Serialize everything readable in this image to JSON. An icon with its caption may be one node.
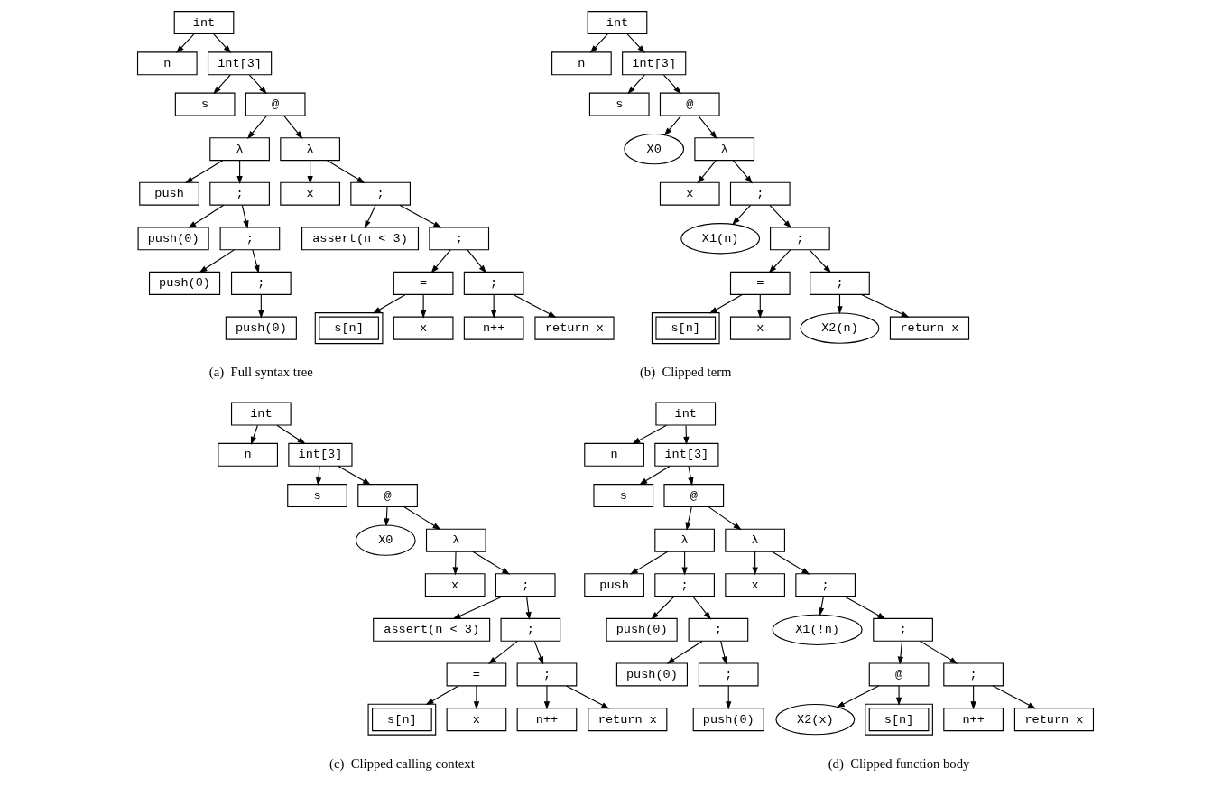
{
  "diagram": {
    "nodes": [
      {
        "text": [
          "int"
        ]
      },
      {
        "text": [
          "n"
        ]
      },
      {
        "text": [
          "int[3]"
        ]
      },
      {
        "text": [
          "s"
        ]
      },
      {
        "text": [
          "@"
        ]
      },
      {
        "text": [
          "λ"
        ]
      },
      {
        "text": [
          "λ"
        ]
      },
      {
        "text": [
          "push"
        ]
      },
      {
        "text": [
          ";"
        ]
      },
      {
        "text": [
          "x"
        ]
      },
      {
        "text": [
          ";"
        ]
      },
      {
        "text": [
          "push(0)"
        ]
      },
      {
        "text": [
          ";"
        ]
      },
      {
        "text": [
          "assert(n < 3)"
        ]
      },
      {
        "text": [
          ";"
        ]
      },
      {
        "text": [
          "push(0)"
        ]
      },
      {
        "text": [
          ";"
        ]
      },
      {
        "text": [
          "="
        ]
      },
      {
        "text": [
          ";"
        ]
      },
      {
        "text": [
          "push(0)"
        ]
      },
      {
        "text": [
          "s[n]"
        ]
      },
      {
        "text": [
          "x"
        ]
      },
      {
        "text": [
          "n++"
        ]
      },
      {
        "text": [
          "return x"
        ]
      },
      {
        "text": [
          "int"
        ]
      },
      {
        "text": [
          "n"
        ]
      },
      {
        "text": [
          "int[3]"
        ]
      },
      {
        "text": [
          "s"
        ]
      },
      {
        "text": [
          "@"
        ]
      },
      {
        "text": [
          "X0"
        ]
      },
      {
        "text": [
          "λ"
        ]
      },
      {
        "text": [
          "x"
        ]
      },
      {
        "text": [
          ";"
        ]
      },
      {
        "text": [
          "X1(n)"
        ]
      },
      {
        "text": [
          ";"
        ]
      },
      {
        "text": [
          "="
        ]
      },
      {
        "text": [
          ";"
        ]
      },
      {
        "text": [
          "s[n]"
        ]
      },
      {
        "text": [
          "x"
        ]
      },
      {
        "text": [
          "X2(n)"
        ]
      },
      {
        "text": [
          "return x"
        ]
      },
      {
        "text": [
          "int"
        ]
      },
      {
        "text": [
          "n"
        ]
      },
      {
        "text": [
          "int[3]"
        ]
      },
      {
        "text": [
          "s"
        ]
      },
      {
        "text": [
          "@"
        ]
      },
      {
        "text": [
          "X0"
        ]
      },
      {
        "text": [
          "λ"
        ]
      },
      {
        "text": [
          "x"
        ]
      },
      {
        "text": [
          ";"
        ]
      },
      {
        "text": [
          "assert(n < 3)"
        ]
      },
      {
        "text": [
          ";"
        ]
      },
      {
        "text": [
          "="
        ]
      },
      {
        "text": [
          ";"
        ]
      },
      {
        "text": [
          "s[n]"
        ]
      },
      {
        "text": [
          "x"
        ]
      },
      {
        "text": [
          "n++"
        ]
      },
      {
        "text": [
          "return x"
        ]
      },
      {
        "text": [
          "int"
        ]
      },
      {
        "text": [
          "n"
        ]
      },
      {
        "text": [
          "int[3]"
        ]
      },
      {
        "text": [
          "s"
        ]
      },
      {
        "text": [
          "@"
        ]
      },
      {
        "text": [
          "λ"
        ]
      },
      {
        "text": [
          "λ"
        ]
      },
      {
        "text": [
          "push"
        ]
      },
      {
        "text": [
          ";"
        ]
      },
      {
        "text": [
          "x"
        ]
      },
      {
        "text": [
          ";"
        ]
      },
      {
        "text": [
          "push(0)"
        ]
      },
      {
        "text": [
          ";"
        ]
      },
      {
        "text": [
          "X1(!n)"
        ]
      },
      {
        "text": [
          ";"
        ]
      },
      {
        "text": [
          "push(0)"
        ]
      },
      {
        "text": [
          ";"
        ]
      },
      {
        "text": [
          "@"
        ]
      },
      {
        "text": [
          ";"
        ]
      },
      {
        "text": [
          "push(0)"
        ]
      },
      {
        "text": [
          "X2(x)"
        ]
      },
      {
        "text": [
          "s[n]"
        ]
      },
      {
        "text": [
          "n++"
        ]
      },
      {
        "text": [
          "return x"
        ]
      }
    ],
    "edges": [
      {
        "from": 0,
        "to": 1,
        "arrow": "to"
      },
      {
        "from": 0,
        "to": 2,
        "arrow": "to"
      },
      {
        "from": 2,
        "to": 3,
        "arrow": "to"
      },
      {
        "from": 2,
        "to": 4,
        "arrow": "to"
      },
      {
        "from": 4,
        "to": 5,
        "arrow": "to"
      },
      {
        "from": 4,
        "to": 6,
        "arrow": "to"
      },
      {
        "from": 5,
        "to": 7,
        "arrow": "to"
      },
      {
        "from": 5,
        "to": 8,
        "arrow": "to"
      },
      {
        "from": 6,
        "to": 9,
        "arrow": "to"
      },
      {
        "from": 6,
        "to": 10,
        "arrow": "to"
      },
      {
        "from": 8,
        "to": 11,
        "arrow": "to"
      },
      {
        "from": 8,
        "to": 12,
        "arrow": "to"
      },
      {
        "from": 10,
        "to": 13,
        "arrow": "to"
      },
      {
        "from": 10,
        "to": 14,
        "arrow": "to"
      },
      {
        "from": 12,
        "to": 15,
        "arrow": "to"
      },
      {
        "from": 12,
        "to": 16,
        "arrow": "to"
      },
      {
        "from": 14,
        "to": 17,
        "arrow": "to"
      },
      {
        "from": 14,
        "to": 18,
        "arrow": "to"
      },
      {
        "from": 16,
        "to": 19,
        "arrow": "to"
      },
      {
        "from": 17,
        "to": 20,
        "arrow": "to"
      },
      {
        "from": 17,
        "to": 21,
        "arrow": "to"
      },
      {
        "from": 18,
        "to": 22,
        "arrow": "to"
      },
      {
        "from": 18,
        "to": 23,
        "arrow": "to"
      },
      {
        "from": 24,
        "to": 25,
        "arrow": "to"
      },
      {
        "from": 24,
        "to": 26,
        "arrow": "to"
      },
      {
        "from": 26,
        "to": 27,
        "arrow": "to"
      },
      {
        "from": 26,
        "to": 28,
        "arrow": "to"
      },
      {
        "from": 28,
        "to": 29,
        "arrow": "to"
      },
      {
        "from": 28,
        "to": 30,
        "arrow": "to"
      },
      {
        "from": 30,
        "to": 31,
        "arrow": "to"
      },
      {
        "from": 30,
        "to": 32,
        "arrow": "to"
      },
      {
        "from": 32,
        "to": 33,
        "arrow": "to"
      },
      {
        "from": 32,
        "to": 34,
        "arrow": "to"
      },
      {
        "from": 34,
        "to": 35,
        "arrow": "to"
      },
      {
        "from": 34,
        "to": 36,
        "arrow": "to"
      },
      {
        "from": 35,
        "to": 37,
        "arrow": "to"
      },
      {
        "from": 35,
        "to": 38,
        "arrow": "to"
      },
      {
        "from": 36,
        "to": 39,
        "arrow": "to"
      },
      {
        "from": 36,
        "to": 40,
        "arrow": "to"
      },
      {
        "from": 41,
        "to": 42,
        "arrow": "to"
      },
      {
        "from": 41,
        "to": 43,
        "arrow": "to"
      },
      {
        "from": 43,
        "to": 44,
        "arrow": "to"
      },
      {
        "from": 43,
        "to": 45,
        "arrow": "to"
      },
      {
        "from": 45,
        "to": 46,
        "arrow": "to"
      },
      {
        "from": 45,
        "to": 47,
        "arrow": "to"
      },
      {
        "from": 47,
        "to": 48,
        "arrow": "to"
      },
      {
        "from": 47,
        "to": 49,
        "arrow": "to"
      },
      {
        "from": 49,
        "to": 50,
        "arrow": "to"
      },
      {
        "from": 49,
        "to": 51,
        "arrow": "to"
      },
      {
        "from": 51,
        "to": 52,
        "arrow": "to"
      },
      {
        "from": 51,
        "to": 53,
        "arrow": "to"
      },
      {
        "from": 52,
        "to": 54,
        "arrow": "to"
      },
      {
        "from": 52,
        "to": 55,
        "arrow": "to"
      },
      {
        "from": 53,
        "to": 56,
        "arrow": "to"
      },
      {
        "from": 53,
        "to": 57,
        "arrow": "to"
      },
      {
        "from": 58,
        "to": 59,
        "arrow": "to"
      },
      {
        "from": 58,
        "to": 60,
        "arrow": "to"
      },
      {
        "from": 60,
        "to": 61,
        "arrow": "to"
      },
      {
        "from": 60,
        "to": 62,
        "arrow": "to"
      },
      {
        "from": 62,
        "to": 63,
        "arrow": "to"
      },
      {
        "from": 62,
        "to": 64,
        "arrow": "to"
      },
      {
        "from": 63,
        "to": 65,
        "arrow": "to"
      },
      {
        "from": 63,
        "to": 66,
        "arrow": "to"
      },
      {
        "from": 64,
        "to": 67,
        "arrow": "to"
      },
      {
        "from": 64,
        "to": 68,
        "arrow": "to"
      },
      {
        "from": 66,
        "to": 69,
        "arrow": "to"
      },
      {
        "from": 66,
        "to": 70,
        "arrow": "to"
      },
      {
        "from": 68,
        "to": 71,
        "arrow": "to"
      },
      {
        "from": 68,
        "to": 72,
        "arrow": "to"
      },
      {
        "from": 70,
        "to": 73,
        "arrow": "to"
      },
      {
        "from": 70,
        "to": 74,
        "arrow": "to"
      },
      {
        "from": 72,
        "to": 75,
        "arrow": "to"
      },
      {
        "from": 72,
        "to": 76,
        "arrow": "to"
      },
      {
        "from": 74,
        "to": 77,
        "arrow": "to"
      },
      {
        "from": 75,
        "to": 78,
        "arrow": "to"
      },
      {
        "from": 75,
        "to": 79,
        "arrow": "to"
      },
      {
        "from": 76,
        "to": 80,
        "arrow": "to"
      },
      {
        "from": 76,
        "to": 81,
        "arrow": "to"
      }
    ],
    "labels": [
      "(a)  Full syntax tree",
      "(b)  Clipped term",
      "(c)  Clipped calling context",
      "(d)  Clipped function body"
    ]
  }
}
